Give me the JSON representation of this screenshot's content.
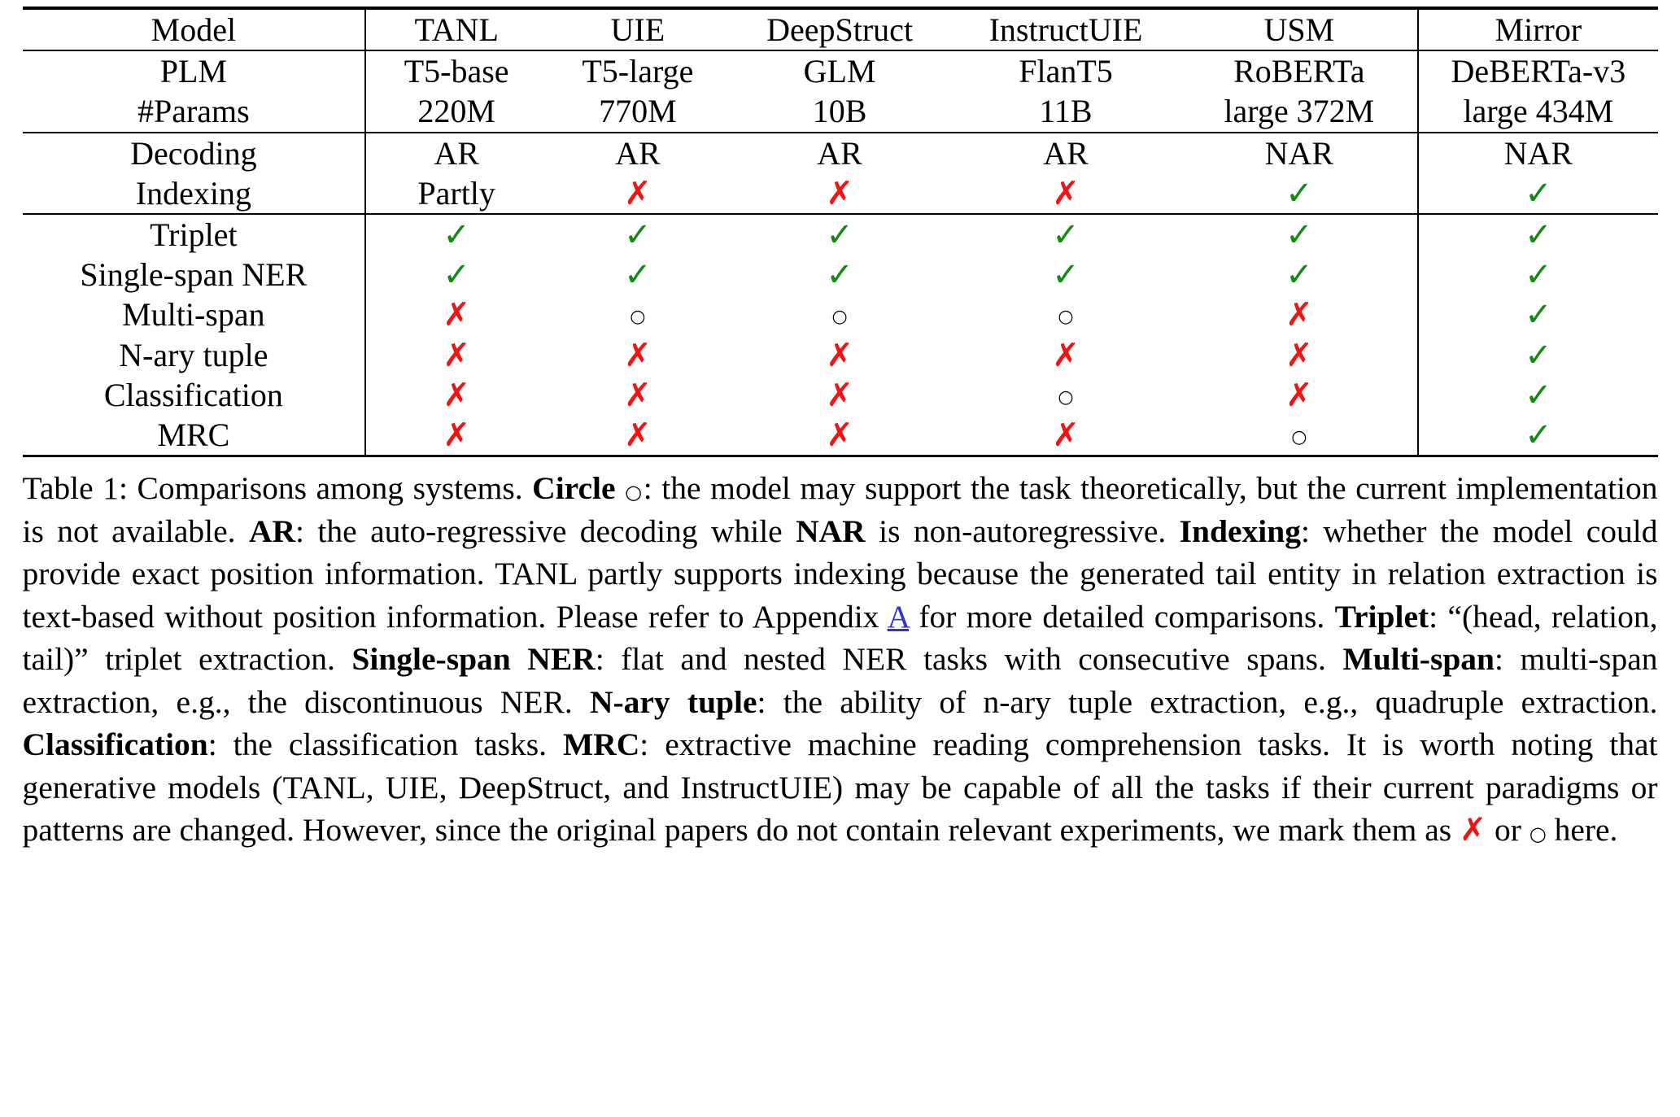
{
  "table": {
    "columns": [
      "Model",
      "TANL",
      "UIE",
      "DeepStruct",
      "InstructUIE",
      "USM",
      "Mirror"
    ],
    "group_meta": {
      "plm_label": "PLM",
      "params_label": "#Params",
      "plm": [
        "T5-base",
        "T5-large",
        "GLM",
        "FlanT5",
        "RoBERTa",
        "DeBERTa-v3"
      ],
      "params": [
        "220M",
        "770M",
        "10B",
        "11B",
        "large 372M",
        "large 434M"
      ]
    },
    "group_decode": {
      "decoding_label": "Decoding",
      "indexing_label": "Indexing",
      "decoding": [
        "AR",
        "AR",
        "AR",
        "AR",
        "NAR",
        "NAR"
      ],
      "indexing": [
        "partly",
        "cross",
        "cross",
        "cross",
        "check",
        "check"
      ],
      "indexing_text": [
        "Partly",
        "",
        "",
        "",
        "",
        ""
      ]
    },
    "tasks": [
      {
        "label": "Triplet",
        "cells": [
          "check",
          "check",
          "check",
          "check",
          "check",
          "check"
        ]
      },
      {
        "label": "Single-span NER",
        "cells": [
          "check",
          "check",
          "check",
          "check",
          "check",
          "check"
        ]
      },
      {
        "label": "Multi-span",
        "cells": [
          "cross",
          "circle",
          "circle",
          "circle",
          "cross",
          "check"
        ]
      },
      {
        "label": "N-ary tuple",
        "cells": [
          "cross",
          "cross",
          "cross",
          "cross",
          "cross",
          "check"
        ]
      },
      {
        "label": "Classification",
        "cells": [
          "cross",
          "cross",
          "cross",
          "circle",
          "cross",
          "check"
        ]
      },
      {
        "label": "MRC",
        "cells": [
          "cross",
          "cross",
          "cross",
          "cross",
          "circle",
          "check"
        ]
      }
    ]
  },
  "glyphs": {
    "check": "✓",
    "cross": "✗",
    "circle": "○"
  },
  "colors": {
    "check": "#128a12",
    "cross": "#f01414",
    "link": "#3333cc"
  },
  "caption": {
    "label": "Table 1:",
    "text_1": " Comparisons among systems. ",
    "b_circle": "Circle",
    "circle_glyph": "○",
    "text_2": ": the model may support the task theoretically, but the current implementation is not available. ",
    "b_ar": "AR",
    "text_3": ": the auto-regressive decoding while ",
    "b_nar": "NAR",
    "text_4": " is non-autoregressive. ",
    "b_indexing": "Indexing",
    "text_5": ": whether the model could provide exact position information. TANL partly supports indexing because the generated tail entity in relation extraction is text-based without position information. Please refer to Appendix ",
    "link_a": "A",
    "text_6": " for more detailed comparisons. ",
    "b_triplet": "Triplet",
    "text_7": ": “(head, relation, tail)” triplet extraction. ",
    "b_ssner": "Single-span NER",
    "text_8": ": flat and nested NER tasks with consecutive spans. ",
    "b_multispan": "Multi-span",
    "text_9": ": multi-span extraction, e.g., the discontinuous NER. ",
    "b_nary": "N-ary tuple",
    "text_10": ": the ability of n-ary tuple extraction, e.g., quadruple extraction. ",
    "b_classification": "Classification",
    "text_11": ": the classification tasks. ",
    "b_mrc": "MRC",
    "text_12": ": extractive machine reading comprehension tasks. It is worth noting that generative models (TANL, UIE, DeepStruct, and InstructUIE) may be capable of all the tasks if their current paradigms or patterns are changed. However, since the original papers do not contain relevant experiments, we mark them as ",
    "cross_glyph": "✗",
    "text_13": " or ",
    "circle_glyph_2": "○",
    "text_14": " here."
  }
}
